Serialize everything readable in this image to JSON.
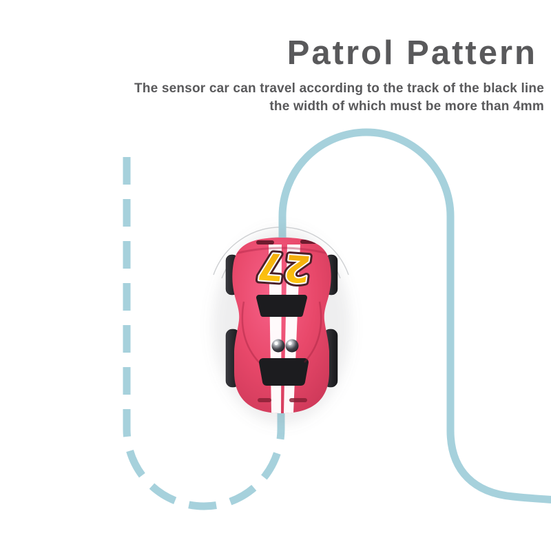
{
  "header": {
    "title": "Patrol Pattern",
    "subtitle_line1": "The sensor car can travel according to the track of the black line",
    "subtitle_line2": "the width of which must be more than 4mm"
  },
  "car": {
    "number": "27"
  },
  "colors": {
    "track_line": "#a6d1dc",
    "heading_text": "#59595b",
    "car_body": "#e8486a",
    "car_number_yellow": "#ffc810",
    "background": "#ffffff"
  }
}
